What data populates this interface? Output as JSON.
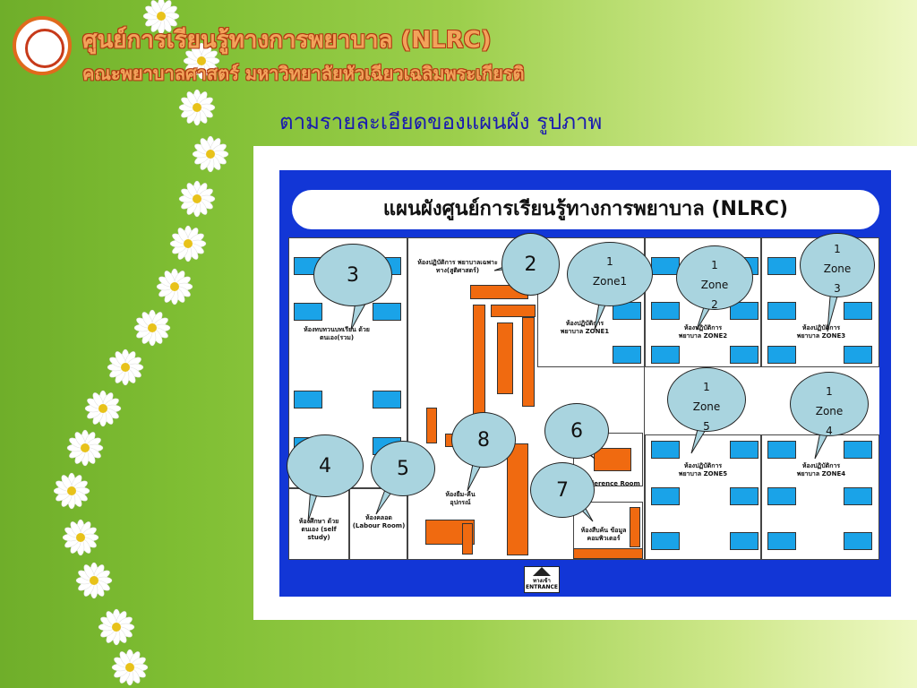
{
  "header": {
    "title_line1": "ศูนย์การเรียนรู้ทางการพยาบาล (NLRC)",
    "title_line2": "คณะพยาบาลศาสตร์ มหาวิทยาลัยหัวเฉียวเฉลิมพระเกียรติ",
    "subtitle": "ตามรายละเอียดของแผนผัง รูปภาพ"
  },
  "plan": {
    "title": "แผนผังศูนย์การเรียนรู้ทางการพยาบาล (NLRC)",
    "rooms": {
      "r3_label": "ห้องทบทวนบทเรียน ด้วยตนเอง(รวม)",
      "r2_label": "ห้องปฏิบัติการ พยาบาลเฉพาะทาง(สูติศาสตร์)",
      "zone1_label": "ห้องปฏิบัติการ พยาบาล ZONE1",
      "zone2_label": "ห้องปฏิบัติการ พยาบาล ZONE2",
      "zone3_label": "ห้องปฏิบัติการ พยาบาล ZONE3",
      "zone5_label": "ห้องปฏิบัติการ พยาบาล ZONE5",
      "zone4_label": "ห้องปฏิบัติการ พยาบาล ZONE4",
      "self_study_label": "ห้องศึกษา ด้วยตนเอง (self study)",
      "labour_label": "ห้องคลอด (Labour Room)",
      "borrow_label": "ห้องยืม-คืน อุปกรณ์",
      "conference_label": "Conference Room",
      "computer_label": "ห้องสืบค้น ข้อมูลคอมพิวเตอร์",
      "entrance_label": "ทางเข้า ENTRANCE"
    },
    "callouts": {
      "c2": "2",
      "c3": "3",
      "c4": "4",
      "c5": "5",
      "c6": "6",
      "c7": "7",
      "c8": "8",
      "z1_num": "1",
      "z1_name": "Zone1",
      "z2_num": "1",
      "z2_name": "Zone",
      "z2_idx": "2",
      "z3_num": "1",
      "z3_name": "Zone",
      "z3_idx": "3",
      "z5_num": "1",
      "z5_name": "Zone",
      "z5_idx": "5",
      "z4_num": "1",
      "z4_name": "Zone",
      "z4_idx": "4"
    }
  },
  "colors": {
    "plan_blue": "#1236d6",
    "desk_blue": "#1aa3e8",
    "furniture_orange": "#f06a10",
    "callout_fill": "#a9d4df",
    "subtitle_blue": "#1a1ab0"
  }
}
